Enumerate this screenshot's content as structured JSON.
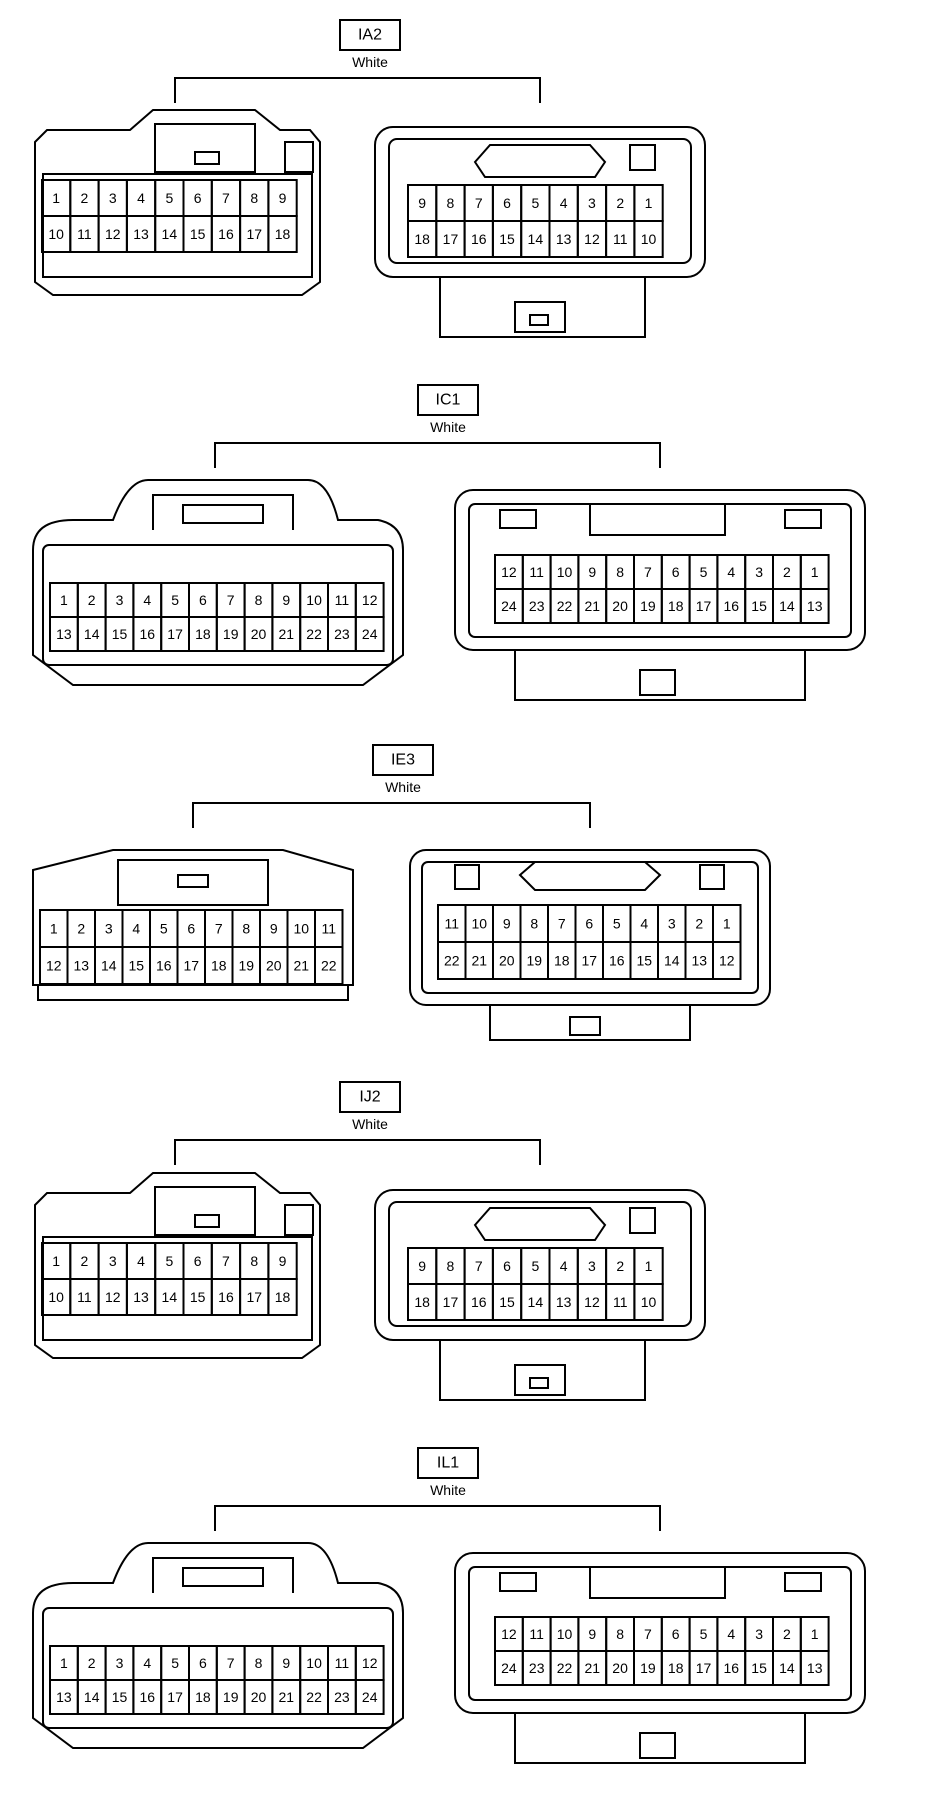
{
  "connectors": [
    {
      "code": "IA2",
      "color": "White",
      "left": {
        "row1": [
          "1",
          "2",
          "3",
          "4",
          "5",
          "6",
          "7",
          "8",
          "9"
        ],
        "row2": [
          "10",
          "11",
          "12",
          "13",
          "14",
          "15",
          "16",
          "17",
          "18"
        ]
      },
      "right": {
        "row1": [
          "9",
          "8",
          "7",
          "6",
          "5",
          "4",
          "3",
          "2",
          "1"
        ],
        "row2": [
          "18",
          "17",
          "16",
          "15",
          "14",
          "13",
          "12",
          "11",
          "10"
        ]
      }
    },
    {
      "code": "IC1",
      "color": "White",
      "left": {
        "row1": [
          "1",
          "2",
          "3",
          "4",
          "5",
          "6",
          "7",
          "8",
          "9",
          "10",
          "11",
          "12"
        ],
        "row2": [
          "13",
          "14",
          "15",
          "16",
          "17",
          "18",
          "19",
          "20",
          "21",
          "22",
          "23",
          "24"
        ]
      },
      "right": {
        "row1": [
          "12",
          "11",
          "10",
          "9",
          "8",
          "7",
          "6",
          "5",
          "4",
          "3",
          "2",
          "1"
        ],
        "row2": [
          "24",
          "23",
          "22",
          "21",
          "20",
          "19",
          "18",
          "17",
          "16",
          "15",
          "14",
          "13"
        ]
      }
    },
    {
      "code": "IE3",
      "color": "White",
      "left": {
        "row1": [
          "1",
          "2",
          "3",
          "4",
          "5",
          "6",
          "7",
          "8",
          "9",
          "10",
          "11"
        ],
        "row2": [
          "12",
          "13",
          "14",
          "15",
          "16",
          "17",
          "18",
          "19",
          "20",
          "21",
          "22"
        ]
      },
      "right": {
        "row1": [
          "11",
          "10",
          "9",
          "8",
          "7",
          "6",
          "5",
          "4",
          "3",
          "2",
          "1"
        ],
        "row2": [
          "22",
          "21",
          "20",
          "19",
          "18",
          "17",
          "16",
          "15",
          "14",
          "13",
          "12"
        ]
      }
    },
    {
      "code": "IJ2",
      "color": "White",
      "left": {
        "row1": [
          "1",
          "2",
          "3",
          "4",
          "5",
          "6",
          "7",
          "8",
          "9"
        ],
        "row2": [
          "10",
          "11",
          "12",
          "13",
          "14",
          "15",
          "16",
          "17",
          "18"
        ]
      },
      "right": {
        "row1": [
          "9",
          "8",
          "7",
          "6",
          "5",
          "4",
          "3",
          "2",
          "1"
        ],
        "row2": [
          "18",
          "17",
          "16",
          "15",
          "14",
          "13",
          "12",
          "11",
          "10"
        ]
      }
    },
    {
      "code": "IL1",
      "color": "White",
      "left": {
        "row1": [
          "1",
          "2",
          "3",
          "4",
          "5",
          "6",
          "7",
          "8",
          "9",
          "10",
          "11",
          "12"
        ],
        "row2": [
          "13",
          "14",
          "15",
          "16",
          "17",
          "18",
          "19",
          "20",
          "21",
          "22",
          "23",
          "24"
        ]
      },
      "right": {
        "row1": [
          "12",
          "11",
          "10",
          "9",
          "8",
          "7",
          "6",
          "5",
          "4",
          "3",
          "2",
          "1"
        ],
        "row2": [
          "24",
          "23",
          "22",
          "21",
          "20",
          "19",
          "18",
          "17",
          "16",
          "15",
          "14",
          "13"
        ]
      }
    }
  ]
}
